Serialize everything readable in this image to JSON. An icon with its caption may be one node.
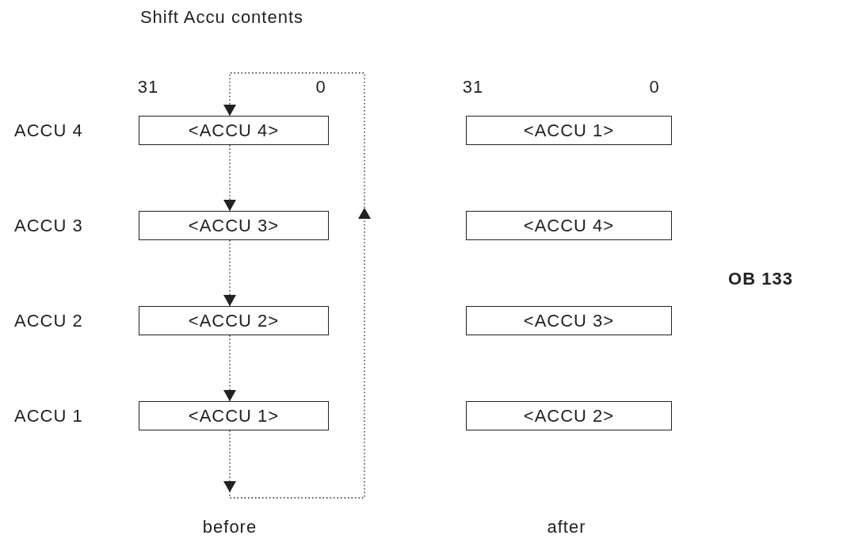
{
  "diagram": {
    "nodes": [
      {
        "text": [
          "<ACCU 4>"
        ],
        "beside": [
          "ACCU 4"
        ]
      },
      {
        "text": [
          "<ACCU 3>"
        ],
        "beside": [
          "ACCU 3"
        ]
      },
      {
        "text": [
          "<ACCU 2>"
        ],
        "beside": [
          "ACCU 2"
        ]
      },
      {
        "text": [
          "<ACCU 1>"
        ],
        "beside": [
          "ACCU 1"
        ]
      },
      {
        "text": [
          "<ACCU 1>"
        ]
      },
      {
        "text": [
          "<ACCU 4>"
        ]
      },
      {
        "text": [
          "<ACCU 3>"
        ]
      },
      {
        "text": [
          "<ACCU 2>"
        ]
      }
    ],
    "edges": [
      {
        "from": 0,
        "to": 1,
        "arrow": "to"
      },
      {
        "from": 1,
        "to": 2,
        "arrow": "to"
      },
      {
        "from": 2,
        "to": 3,
        "arrow": "to"
      },
      {
        "from": 3,
        "to": 0,
        "arrow": "to",
        "label": "Shift Accu contents"
      }
    ],
    "labels": [
      "31",
      "0",
      "31",
      "0",
      "OB 133",
      "before",
      "after"
    ]
  }
}
